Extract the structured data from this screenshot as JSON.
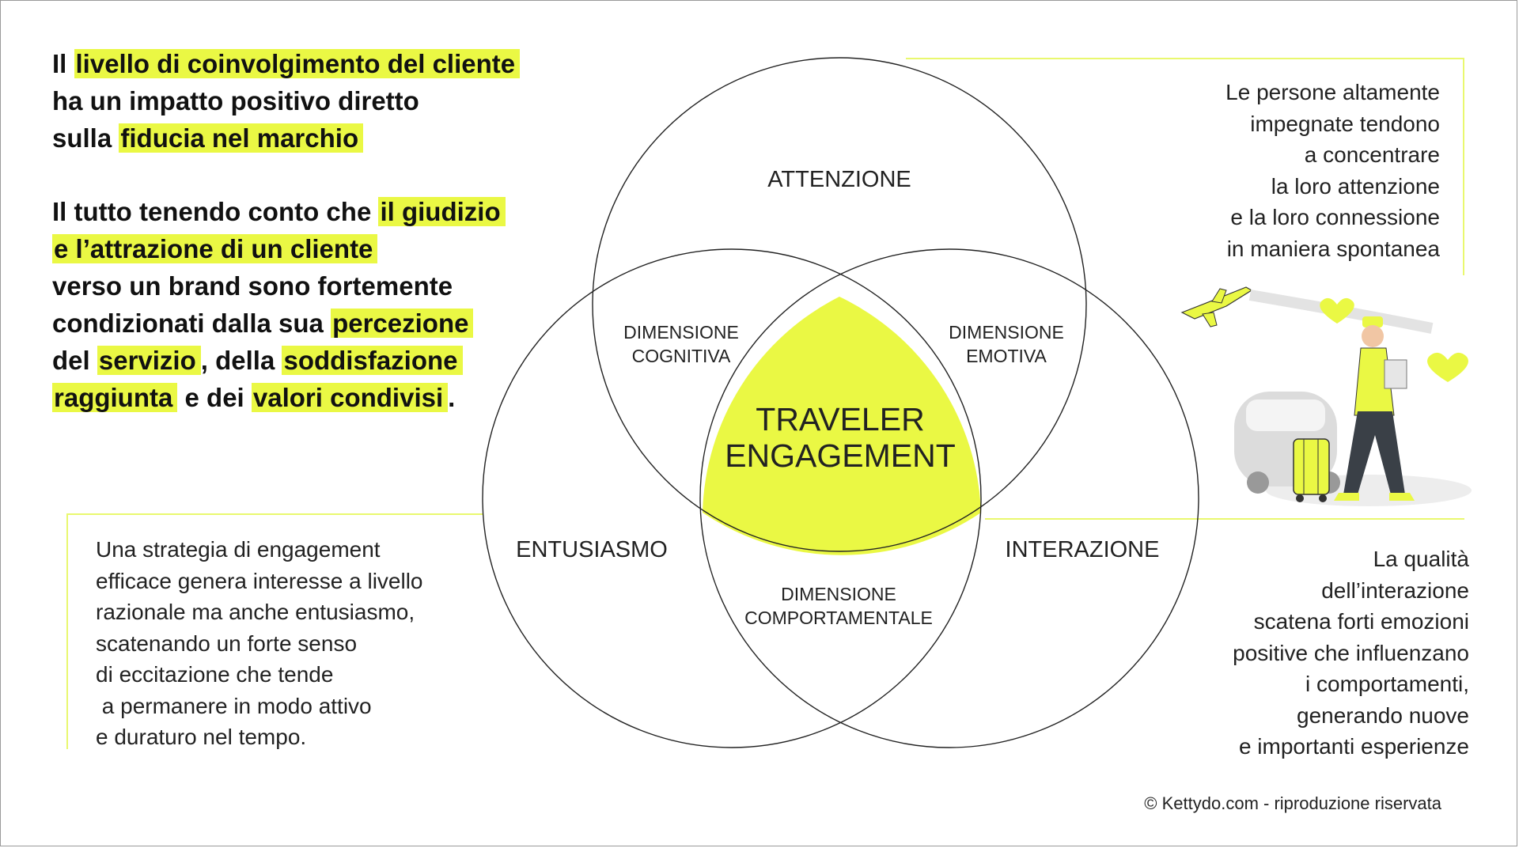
{
  "colors": {
    "accent": "#eaf844",
    "line": "#e9f86f",
    "ink": "#111111"
  },
  "intro": {
    "p1": [
      [
        {
          "t": "Il ",
          "h": false
        },
        {
          "t": "livello di coinvolgimento del cliente",
          "h": true
        }
      ],
      [
        {
          "t": "ha un impatto positivo diretto",
          "h": false
        }
      ],
      [
        {
          "t": "sulla ",
          "h": false
        },
        {
          "t": "fiducia nel marchio",
          "h": true
        }
      ]
    ],
    "p2": [
      [
        {
          "t": "Il tutto tenendo conto che ",
          "h": false
        },
        {
          "t": "il giudizio",
          "h": true
        }
      ],
      [
        {
          "t": "e l’attrazione di un cliente",
          "h": true
        }
      ],
      [
        {
          "t": "verso un brand sono fortemente",
          "h": false
        }
      ],
      [
        {
          "t": "condizionati dalla sua ",
          "h": false
        },
        {
          "t": "percezione",
          "h": true
        }
      ],
      [
        {
          "t": "del ",
          "h": false
        },
        {
          "t": "servizio",
          "h": true
        },
        {
          "t": ", della ",
          "h": false
        },
        {
          "t": "soddisfazione",
          "h": true
        }
      ],
      [
        {
          "t": "raggiunta",
          "h": true
        },
        {
          "t": " e dei ",
          "h": false
        },
        {
          "t": "valori condivisi",
          "h": true
        },
        {
          "t": ".",
          "h": false
        }
      ]
    ]
  },
  "venn": {
    "top": "ATTENZIONE",
    "left": "ENTUSIASMO",
    "right": "INTERAZIONE",
    "overlap_tl": [
      "DIMENSIONE",
      "COGNITIVA"
    ],
    "overlap_tr": [
      "DIMENSIONE",
      "EMOTIVA"
    ],
    "overlap_bottom": [
      "DIMENSIONE",
      "COMPORTAMENTALE"
    ],
    "center": [
      "TRAVELER",
      "ENGAGEMENT"
    ]
  },
  "descriptions": {
    "top_right": [
      "Le persone altamente",
      "impegnate tendono",
      "a concentrare",
      "la loro attenzione",
      "e la loro connessione",
      "in maniera spontanea"
    ],
    "left": [
      "Una strategia di engagement",
      "efficace genera interesse a livello",
      "razionale ma anche entusiasmo,",
      "scatenando un forte senso",
      "di eccitazione che tende",
      " a permanere in modo attivo",
      "e duraturo nel tempo."
    ],
    "bottom_right": [
      "La qualità",
      "dell’interazione",
      "scatena forti emozioni",
      "positive che influenzano",
      "i comportamenti,",
      "generando nuove",
      "e importanti esperienze"
    ]
  },
  "footer": "© Kettydo.com - riproduzione riservata"
}
